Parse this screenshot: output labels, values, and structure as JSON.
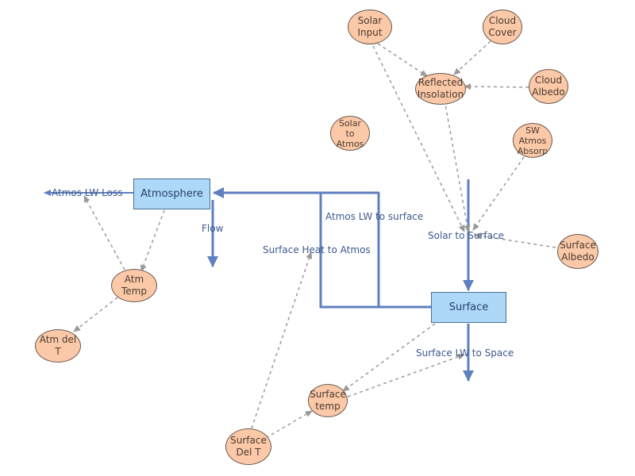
{
  "diagram": {
    "stocks": {
      "atmosphere": "Atmosphere",
      "surface": "Surface"
    },
    "converters": {
      "solar_input": "Solar\nInput",
      "cloud_cover": "Cloud\nCover",
      "reflected_insolation": "Reflected\nInsolation",
      "cloud_albedo": "Cloud\nAlbedo",
      "solar_to_atmos": "Solar\nto\nAtmos",
      "sw_atmos_absorp": "SW\nAtmos\nAbsorp",
      "surface_albedo": "Surface\nAlbedo",
      "atm_temp": "Atm\nTemp",
      "atm_del_t": "Atm del\nT",
      "surface_temp": "Surface\ntemp",
      "surface_del_t": "Surface\nDel T"
    },
    "flows": {
      "atmos_lw_loss": "Atmos LW Loss",
      "flow": "Flow",
      "atmos_lw_to_surface": "Atmos LW to surface",
      "surface_heat_to_atmos": "Surface Heat to Atmos",
      "solar_to_surface": "Solar to Surface",
      "surface_lw_to_space": "Surface LW to Space"
    },
    "colors": {
      "stock_fill": "#aed8f7",
      "converter_fill": "#fbc9a8",
      "flow_pipe": "#5f7fbf",
      "connector": "#9a9a9a"
    }
  }
}
